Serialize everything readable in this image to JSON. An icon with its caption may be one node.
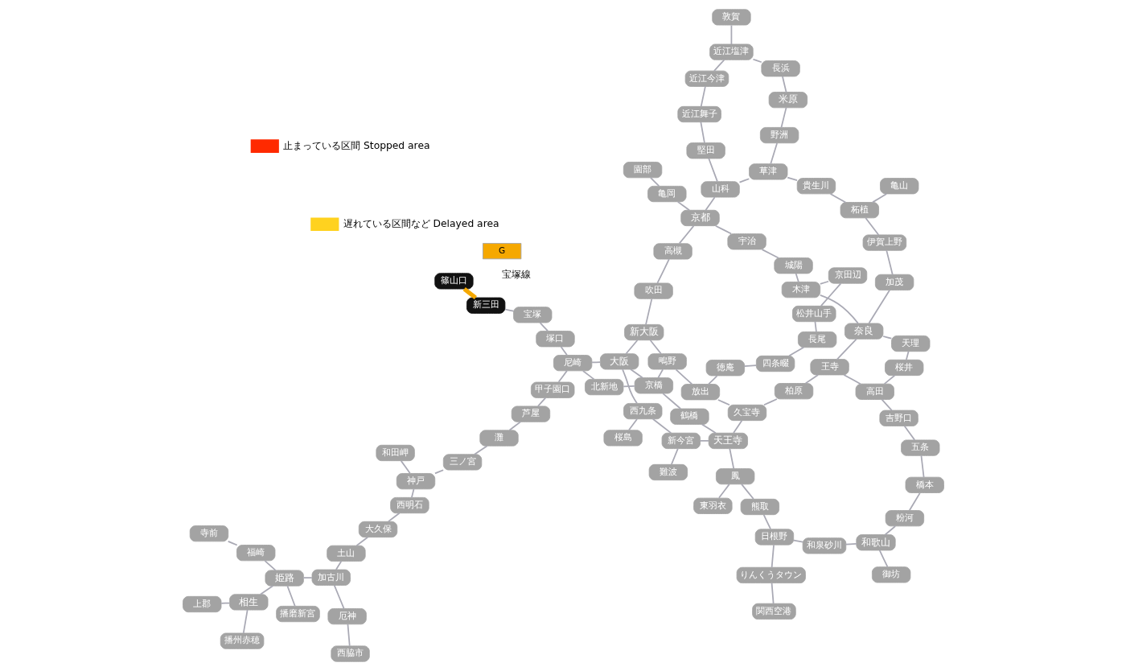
{
  "diagram": {
    "nodes": [
      {
        "text": [
          "篠山口"
        ]
      },
      {
        "text": [
          "新三田"
        ]
      },
      {
        "text": [
          "宝塚"
        ]
      },
      {
        "text": [
          "塚口"
        ]
      },
      {
        "text": [
          "尼崎"
        ]
      },
      {
        "text": [
          "大阪"
        ]
      },
      {
        "text": [
          "上郡"
        ]
      },
      {
        "text": [
          "相生"
        ]
      },
      {
        "text": [
          "播州赤穂"
        ]
      },
      {
        "text": [
          "播磨新宮"
        ]
      },
      {
        "text": [
          "姫路"
        ]
      },
      {
        "text": [
          "寺前"
        ]
      },
      {
        "text": [
          "福崎"
        ]
      },
      {
        "text": [
          "西脇市"
        ]
      },
      {
        "text": [
          "厄神"
        ]
      },
      {
        "text": [
          "加古川"
        ]
      },
      {
        "text": [
          "土山"
        ]
      },
      {
        "text": [
          "大久保"
        ]
      },
      {
        "text": [
          "西明石"
        ]
      },
      {
        "text": [
          "神戸"
        ]
      },
      {
        "text": [
          "和田岬"
        ]
      },
      {
        "text": [
          "三ノ宮"
        ]
      },
      {
        "text": [
          "灘"
        ]
      },
      {
        "text": [
          "芦屋"
        ]
      },
      {
        "text": [
          "甲子園口"
        ]
      },
      {
        "text": [
          "園部"
        ]
      },
      {
        "text": [
          "亀岡"
        ]
      },
      {
        "text": [
          "京都"
        ]
      },
      {
        "text": [
          "吹田"
        ]
      },
      {
        "text": [
          "高槻"
        ]
      },
      {
        "text": [
          "新大阪"
        ]
      },
      {
        "text": [
          "堅田"
        ]
      },
      {
        "text": [
          "近江舞子"
        ]
      },
      {
        "text": [
          "近江今津"
        ]
      },
      {
        "text": [
          "敦賀"
        ]
      },
      {
        "text": [
          "近江塩津"
        ]
      },
      {
        "text": [
          "長浜"
        ]
      },
      {
        "text": [
          "山科"
        ]
      },
      {
        "text": [
          "草津"
        ]
      },
      {
        "text": [
          "野洲"
        ]
      },
      {
        "text": [
          "米原"
        ]
      },
      {
        "text": [
          "宇治"
        ]
      },
      {
        "text": [
          "城陽"
        ]
      },
      {
        "text": [
          "貴生川"
        ]
      },
      {
        "text": [
          "柘植"
        ]
      },
      {
        "text": [
          "亀山"
        ]
      },
      {
        "text": [
          "伊賀上野"
        ]
      },
      {
        "text": [
          "加茂"
        ]
      },
      {
        "text": [
          "木津"
        ]
      },
      {
        "text": [
          "奈良"
        ]
      },
      {
        "text": [
          "天理"
        ]
      },
      {
        "text": [
          "桜井"
        ]
      },
      {
        "text": [
          "高田"
        ]
      },
      {
        "text": [
          "王寺"
        ]
      },
      {
        "text": [
          "柏原"
        ]
      },
      {
        "text": [
          "久宝寺"
        ]
      },
      {
        "text": [
          "放出"
        ]
      },
      {
        "text": [
          "鴫野"
        ]
      },
      {
        "text": [
          "京橋"
        ]
      },
      {
        "text": [
          "北新地"
        ]
      },
      {
        "text": [
          "西九条"
        ]
      },
      {
        "text": [
          "桜島"
        ]
      },
      {
        "text": [
          "難波"
        ]
      },
      {
        "text": [
          "新今宮"
        ]
      },
      {
        "text": [
          "天王寺"
        ]
      },
      {
        "text": [
          "鶴橋"
        ]
      },
      {
        "text": [
          "徳庵"
        ]
      },
      {
        "text": [
          "四条畷"
        ]
      },
      {
        "text": [
          "長尾"
        ]
      },
      {
        "text": [
          "松井山手"
        ]
      },
      {
        "text": [
          "京田辺"
        ]
      },
      {
        "text": [
          "関西空港"
        ]
      },
      {
        "text": [
          "りんくうタウン"
        ]
      },
      {
        "text": [
          "日根野"
        ]
      },
      {
        "text": [
          "熊取"
        ]
      },
      {
        "text": [
          "和泉砂川"
        ]
      },
      {
        "text": [
          "和歌山"
        ]
      },
      {
        "text": [
          "東羽衣"
        ]
      },
      {
        "text": [
          "鳳"
        ]
      },
      {
        "text": [
          "御坊"
        ]
      },
      {
        "text": [
          "粉河"
        ]
      },
      {
        "text": [
          "橋本"
        ]
      },
      {
        "text": [
          "五条"
        ]
      },
      {
        "text": [
          "吉野口"
        ]
      }
    ],
    "edges": [
      {
        "from": 0,
        "to": 1,
        "arrow": "none",
        "style": "thick",
        "color": "#f5a800"
      },
      {
        "from": 1,
        "to": 2,
        "arrow": "none"
      },
      {
        "from": 2,
        "to": 3,
        "arrow": "none"
      },
      {
        "from": 3,
        "to": 4,
        "arrow": "none"
      },
      {
        "from": 4,
        "to": 5,
        "arrow": "none"
      },
      {
        "from": 6,
        "to": 7,
        "arrow": "none"
      },
      {
        "from": 7,
        "to": 10,
        "arrow": "none"
      },
      {
        "from": 7,
        "to": 8,
        "arrow": "none"
      },
      {
        "from": 9,
        "to": 10,
        "arrow": "none"
      },
      {
        "from": 11,
        "to": 12,
        "arrow": "none"
      },
      {
        "from": 12,
        "to": 10,
        "arrow": "none"
      },
      {
        "from": 13,
        "to": 14,
        "arrow": "none"
      },
      {
        "from": 14,
        "to": 15,
        "arrow": "none"
      },
      {
        "from": 10,
        "to": 15,
        "arrow": "none"
      },
      {
        "from": 15,
        "to": 16,
        "arrow": "none"
      },
      {
        "from": 16,
        "to": 17,
        "arrow": "none"
      },
      {
        "from": 17,
        "to": 18,
        "arrow": "none"
      },
      {
        "from": 18,
        "to": 19,
        "arrow": "none"
      },
      {
        "from": 19,
        "to": 20,
        "arrow": "none"
      },
      {
        "from": 19,
        "to": 21,
        "arrow": "none"
      },
      {
        "from": 21,
        "to": 22,
        "arrow": "none"
      },
      {
        "from": 22,
        "to": 23,
        "arrow": "none"
      },
      {
        "from": 23,
        "to": 24,
        "arrow": "none"
      },
      {
        "from": 24,
        "to": 4,
        "arrow": "none"
      },
      {
        "from": 4,
        "to": 59,
        "arrow": "none"
      },
      {
        "from": 59,
        "to": 58,
        "arrow": "none"
      },
      {
        "from": 58,
        "to": 57,
        "arrow": "none"
      },
      {
        "from": 57,
        "to": 56,
        "arrow": "none"
      },
      {
        "from": 5,
        "to": 30,
        "arrow": "none"
      },
      {
        "from": 30,
        "to": 28,
        "arrow": "none"
      },
      {
        "from": 28,
        "to": 29,
        "arrow": "none"
      },
      {
        "from": 29,
        "to": 27,
        "arrow": "none"
      },
      {
        "from": 25,
        "to": 26,
        "arrow": "none"
      },
      {
        "from": 26,
        "to": 27,
        "arrow": "none"
      },
      {
        "from": 27,
        "to": 37,
        "arrow": "none"
      },
      {
        "from": 37,
        "to": 31,
        "arrow": "none"
      },
      {
        "from": 31,
        "to": 32,
        "arrow": "none"
      },
      {
        "from": 32,
        "to": 33,
        "arrow": "none"
      },
      {
        "from": 33,
        "to": 35,
        "arrow": "none"
      },
      {
        "from": 34,
        "to": 35,
        "arrow": "none"
      },
      {
        "from": 35,
        "to": 36,
        "arrow": "none"
      },
      {
        "from": 36,
        "to": 40,
        "arrow": "none"
      },
      {
        "from": 37,
        "to": 38,
        "arrow": "none"
      },
      {
        "from": 38,
        "to": 39,
        "arrow": "none"
      },
      {
        "from": 39,
        "to": 40,
        "arrow": "none"
      },
      {
        "from": 38,
        "to": 43,
        "arrow": "none"
      },
      {
        "from": 43,
        "to": 44,
        "arrow": "none"
      },
      {
        "from": 44,
        "to": 45,
        "arrow": "none"
      },
      {
        "from": 44,
        "to": 46,
        "arrow": "none"
      },
      {
        "from": 46,
        "to": 47,
        "arrow": "none"
      },
      {
        "from": 47,
        "to": 49,
        "arrow": "none"
      },
      {
        "from": 27,
        "to": 41,
        "arrow": "none"
      },
      {
        "from": 41,
        "to": 42,
        "arrow": "none"
      },
      {
        "from": 42,
        "to": 48,
        "arrow": "none"
      },
      {
        "from": 48,
        "to": 49,
        "arrow": "none"
      },
      {
        "from": 5,
        "to": 60,
        "arrow": "none"
      },
      {
        "from": 60,
        "to": 61,
        "arrow": "none"
      },
      {
        "from": 60,
        "to": 63,
        "arrow": "none"
      },
      {
        "from": 63,
        "to": 64,
        "arrow": "none"
      },
      {
        "from": 64,
        "to": 65,
        "arrow": "none"
      },
      {
        "from": 65,
        "to": 58,
        "arrow": "none"
      },
      {
        "from": 58,
        "to": 5,
        "arrow": "none"
      },
      {
        "from": 62,
        "to": 63,
        "arrow": "none"
      },
      {
        "from": 30,
        "to": 57,
        "arrow": "none"
      },
      {
        "from": 56,
        "to": 66,
        "arrow": "none"
      },
      {
        "from": 66,
        "to": 67,
        "arrow": "none"
      },
      {
        "from": 67,
        "to": 68,
        "arrow": "none"
      },
      {
        "from": 68,
        "to": 69,
        "arrow": "none"
      },
      {
        "from": 69,
        "to": 70,
        "arrow": "none"
      },
      {
        "from": 70,
        "to": 48,
        "arrow": "none"
      },
      {
        "from": 56,
        "to": 55,
        "arrow": "none"
      },
      {
        "from": 64,
        "to": 55,
        "arrow": "none"
      },
      {
        "from": 55,
        "to": 54,
        "arrow": "none"
      },
      {
        "from": 54,
        "to": 53,
        "arrow": "none"
      },
      {
        "from": 53,
        "to": 49,
        "arrow": "none"
      },
      {
        "from": 49,
        "to": 50,
        "arrow": "none"
      },
      {
        "from": 50,
        "to": 51,
        "arrow": "none"
      },
      {
        "from": 51,
        "to": 52,
        "arrow": "none"
      },
      {
        "from": 53,
        "to": 52,
        "arrow": "none"
      },
      {
        "from": 52,
        "to": 83,
        "arrow": "none"
      },
      {
        "from": 83,
        "to": 82,
        "arrow": "none"
      },
      {
        "from": 82,
        "to": 81,
        "arrow": "none"
      },
      {
        "from": 81,
        "to": 80,
        "arrow": "none"
      },
      {
        "from": 80,
        "to": 76,
        "arrow": "none"
      },
      {
        "from": 76,
        "to": 79,
        "arrow": "none"
      },
      {
        "from": 76,
        "to": 75,
        "arrow": "none"
      },
      {
        "from": 75,
        "to": 73,
        "arrow": "none"
      },
      {
        "from": 73,
        "to": 74,
        "arrow": "none"
      },
      {
        "from": 74,
        "to": 78,
        "arrow": "none"
      },
      {
        "from": 78,
        "to": 64,
        "arrow": "none"
      },
      {
        "from": 71,
        "to": 72,
        "arrow": "none"
      },
      {
        "from": 72,
        "to": 73,
        "arrow": "none"
      },
      {
        "from": 77,
        "to": 78,
        "arrow": "none"
      }
    ],
    "labels": [
      "G",
      "宝塚線"
    ],
    "legend": [
      {
        "text": "止まっている区間 Stopped area",
        "color": "#ff2a00"
      },
      {
        "text": "遅れている区間など Delayed area",
        "color": "#ffd21f"
      }
    ]
  }
}
